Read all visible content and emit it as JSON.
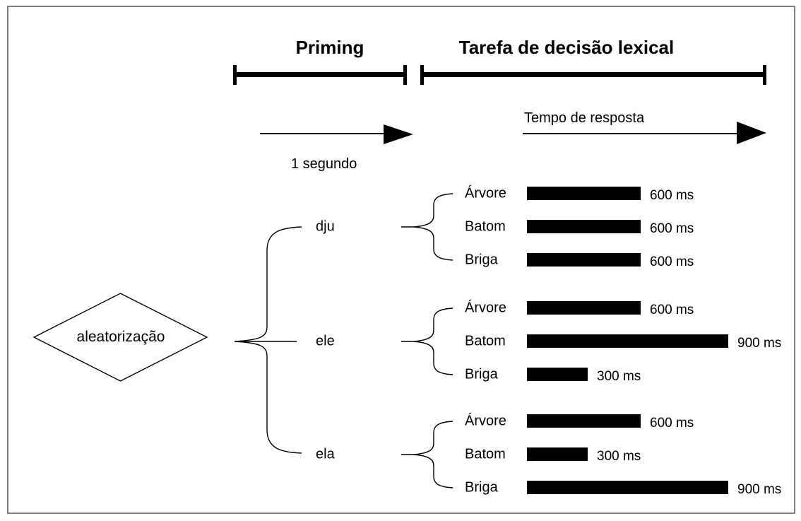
{
  "figure": {
    "phase_headers": [
      {
        "label": "Priming"
      },
      {
        "label": "Tarefa de decisão lexical"
      }
    ],
    "priming_arrow_label": "1 segundo",
    "response_arrow_label": "Tempo de resposta",
    "randomization_label": "aleatorização"
  },
  "groups": [
    {
      "prime": "dju",
      "trials": [
        {
          "word": "Árvore",
          "ms": 600,
          "ms_label": "600 ms"
        },
        {
          "word": "Batom",
          "ms": 600,
          "ms_label": "600 ms"
        },
        {
          "word": "Briga",
          "ms": 600,
          "ms_label": "600 ms"
        }
      ]
    },
    {
      "prime": "ele",
      "trials": [
        {
          "word": "Árvore",
          "ms": 600,
          "ms_label": "600 ms"
        },
        {
          "word": "Batom",
          "ms": 900,
          "ms_label": "900 ms"
        },
        {
          "word": "Briga",
          "ms": 300,
          "ms_label": "300 ms"
        }
      ]
    },
    {
      "prime": "ela",
      "trials": [
        {
          "word": "Árvore",
          "ms": 600,
          "ms_label": "600 ms"
        },
        {
          "word": "Batom",
          "ms": 300,
          "ms_label": "300 ms"
        },
        {
          "word": "Briga",
          "ms": 900,
          "ms_label": "900 ms"
        }
      ]
    }
  ],
  "colors": {
    "bar": "#000000",
    "line": "#000000",
    "frame_border": "#808080",
    "text": "#000000"
  }
}
